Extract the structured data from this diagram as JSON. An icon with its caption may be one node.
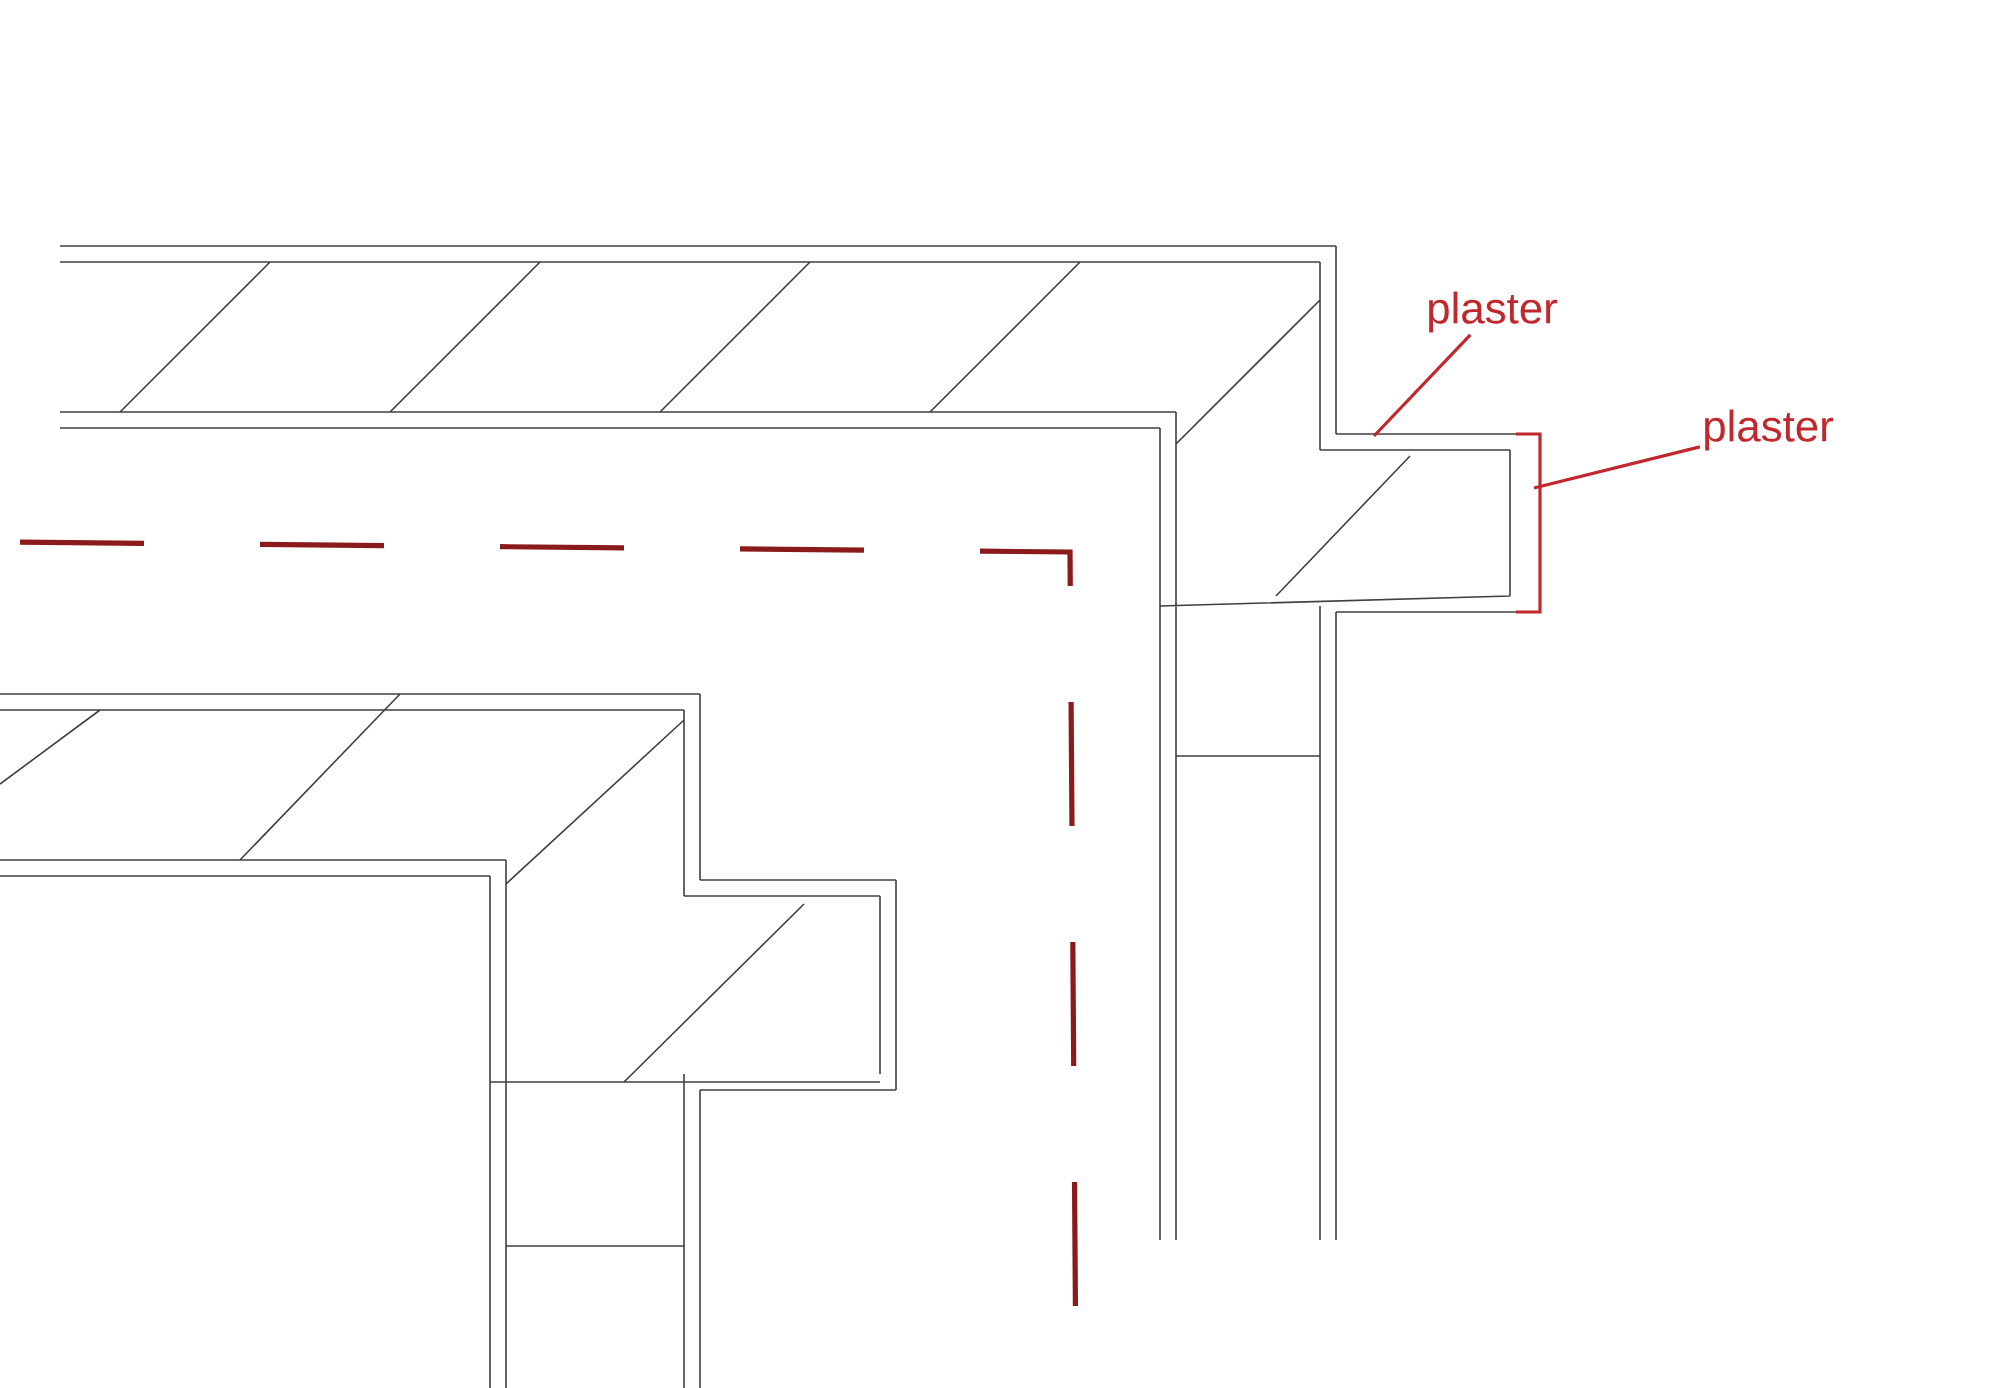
{
  "diagram": {
    "nodes": [
      {
        "text": [
          "plaster"
        ]
      },
      {
        "text": [
          "plaster"
        ]
      }
    ],
    "edges": [
      {
        "from": 0,
        "to": null,
        "arrow": "none"
      },
      {
        "from": 1,
        "to": null,
        "arrow": "none"
      }
    ]
  }
}
